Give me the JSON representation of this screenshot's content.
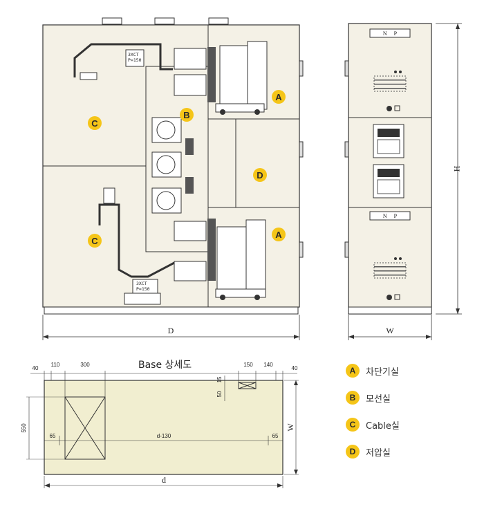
{
  "side_view": {
    "dimension_label": "D",
    "compartments": {
      "breaker_top": "A",
      "breaker_bottom": "A",
      "busbar": "B",
      "cable_top": "C",
      "cable_bottom": "C",
      "low_voltage": "D"
    },
    "ct_top": [
      "3XCT",
      "P=150"
    ],
    "ct_bottom": [
      "3XCT",
      "P=150"
    ]
  },
  "front_view": {
    "width_label": "W",
    "height_label": "H",
    "nameplate_top": "N P",
    "nameplate_bottom": "N P"
  },
  "base_detail": {
    "title": "Base 상세도",
    "dims_top": [
      "40",
      "110",
      "300",
      "150",
      "140",
      "40"
    ],
    "dims_small": [
      "15",
      "50"
    ],
    "dim_left": "550",
    "dim_inner_left": "65",
    "dim_inner_center": "d-130",
    "dim_inner_right": "65",
    "dim_right": "W",
    "dim_bottom": "d"
  },
  "legend": {
    "items": [
      {
        "badge": "A",
        "label": "차단기실"
      },
      {
        "badge": "B",
        "label": "모선실"
      },
      {
        "badge": "C",
        "label": "Cable실"
      },
      {
        "badge": "D",
        "label": "저압실"
      }
    ]
  },
  "colors": {
    "panel_fill": "#f4f1e6",
    "base_fill": "#f1eed0",
    "badge": "#f5c518",
    "line": "#333333"
  }
}
